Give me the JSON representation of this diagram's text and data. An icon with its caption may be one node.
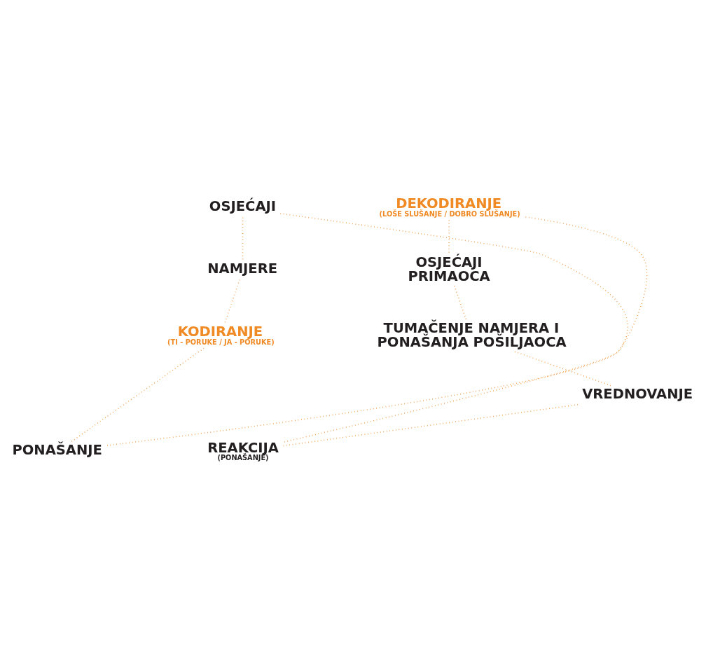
{
  "diagram": {
    "nodes": [
      {
        "text": [
          "OSJEĆAJI"
        ]
      },
      {
        "text": [
          "NAMJERE"
        ]
      },
      {
        "text": [
          "KODIRANJE",
          "(TI - PORUKE / JA - PORUKE)"
        ]
      },
      {
        "text": [
          "PONAŠANJE"
        ]
      },
      {
        "text": [
          "DEKODIRANJE",
          "(LOŠE SLUŠANJE / DOBRO SLUŠANJE)"
        ]
      },
      {
        "text": [
          "OSJEĆAJI PRIMAOCA"
        ]
      },
      {
        "text": [
          "TUMAČENJE NAMJERA I PONAŠANJA POŠILJAOCA"
        ]
      },
      {
        "text": [
          "VREDNOVANJE"
        ]
      },
      {
        "text": [
          "REAKCIJA",
          "(PONAŠANJE)"
        ]
      }
    ],
    "edges": [
      {
        "from": 0,
        "to": 1,
        "arrow": "none"
      },
      {
        "from": 1,
        "to": 2,
        "arrow": "none"
      },
      {
        "from": 2,
        "to": 3,
        "arrow": "none"
      },
      {
        "from": 3,
        "to": 4,
        "arrow": "none"
      },
      {
        "from": 4,
        "to": 5,
        "arrow": "none"
      },
      {
        "from": 5,
        "to": 6,
        "arrow": "none"
      },
      {
        "from": 6,
        "to": 7,
        "arrow": "none"
      },
      {
        "from": 7,
        "to": 8,
        "arrow": "none"
      },
      {
        "from": 0,
        "to": 8,
        "arrow": "none"
      }
    ]
  }
}
